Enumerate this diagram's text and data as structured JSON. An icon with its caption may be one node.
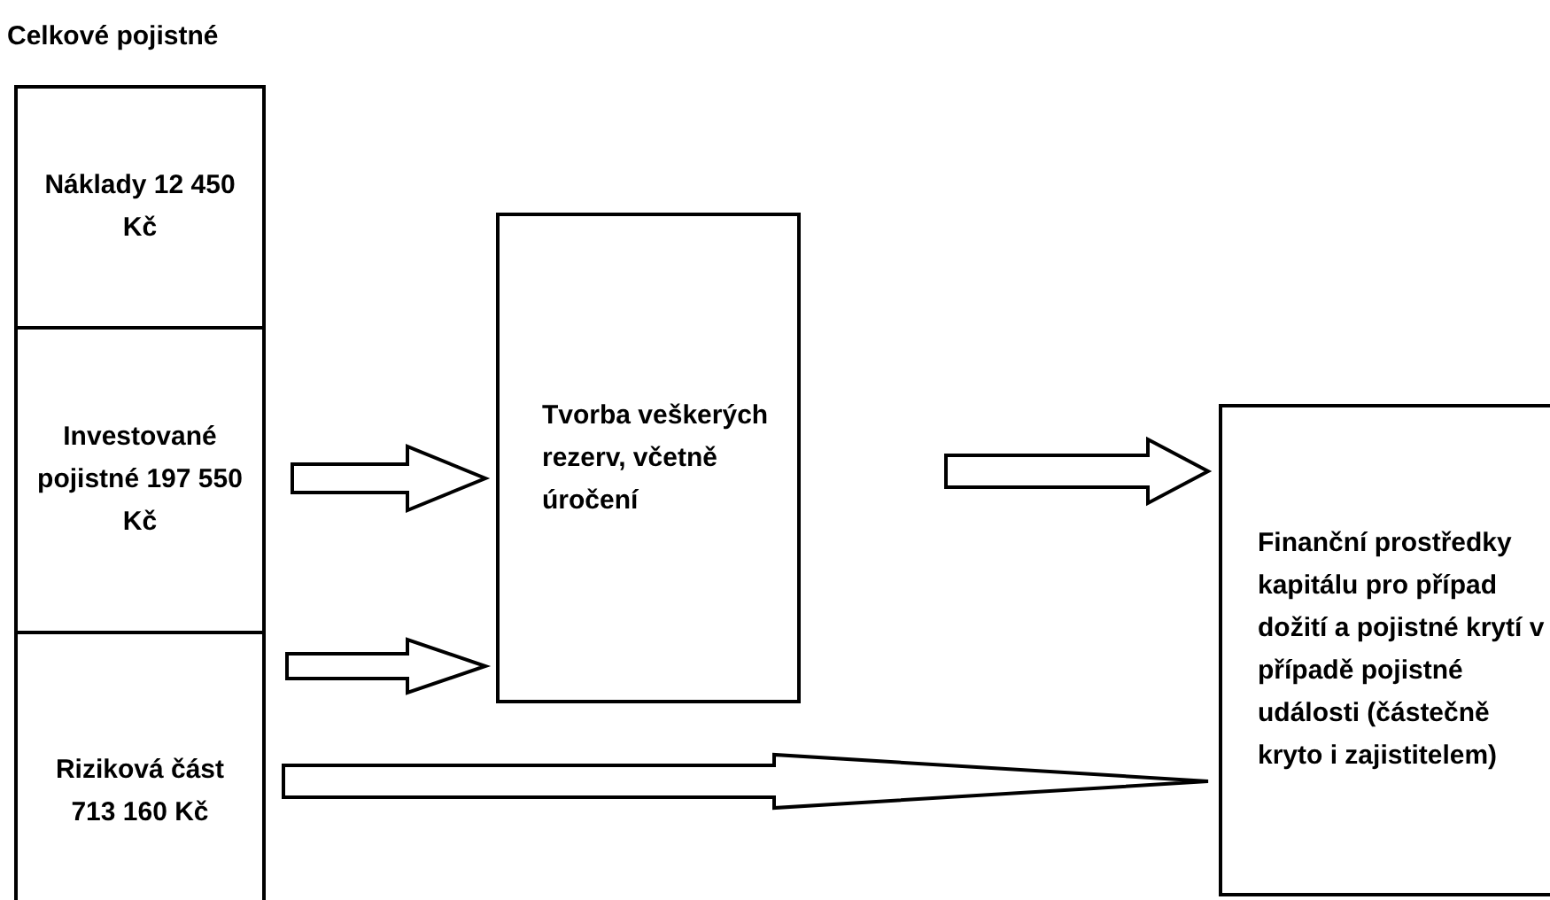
{
  "diagram": {
    "nodes": [
      {
        "text": [
          "Celkové pojistné"
        ]
      },
      {
        "text": [
          "Náklady 12 450 Kč"
        ],
        "in": 0
      },
      {
        "text": [
          "Investované pojistné 197 550 Kč"
        ],
        "in": 0
      },
      {
        "text": [
          "Riziková část 713 160 Kč"
        ],
        "in": 0
      },
      {
        "text": [
          "Tvorba veškerých rezerv, včetně úročení"
        ]
      },
      {
        "text": [
          "Finanční prostředky kapitálu pro případ dožití a pojistné krytí v případě pojistné události (částečně kryto i zajistitelem)"
        ]
      }
    ],
    "edges": [
      {
        "from": 2,
        "to": 4,
        "arrow": "to"
      },
      {
        "from": 3,
        "to": 4,
        "arrow": "to"
      },
      {
        "from": 4,
        "to": 5,
        "arrow": "to"
      },
      {
        "from": 3,
        "to": 5,
        "arrow": "to"
      }
    ]
  }
}
